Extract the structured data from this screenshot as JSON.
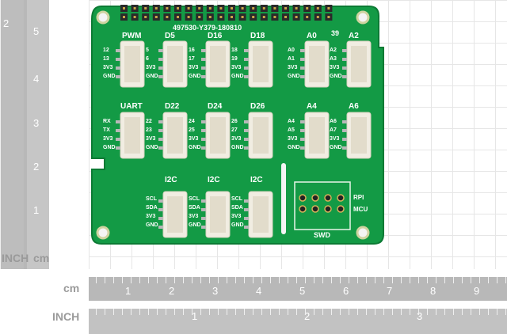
{
  "rulers": {
    "left": {
      "unit_inch": "INCH",
      "unit_cm": "cm",
      "numbers_top": [
        "2",
        "5",
        "4",
        "3",
        "2",
        "1"
      ]
    },
    "bottom_cm": {
      "unit": "cm",
      "numbers": [
        "1",
        "2",
        "3",
        "4",
        "5",
        "6",
        "7",
        "8",
        "9"
      ]
    },
    "bottom_inch": {
      "unit": "INCH",
      "numbers": [
        "1",
        "2",
        "3"
      ]
    }
  },
  "board": {
    "silkscreen_id": "497530-Y379-180810",
    "pin39_label": "39",
    "headers_row1": [
      {
        "label": "PWM",
        "pins": [
          "12",
          "13",
          "3V3",
          "GND"
        ]
      },
      {
        "label": "D5",
        "pins": [
          "5",
          "6",
          "3V3",
          "GND"
        ]
      },
      {
        "label": "D16",
        "pins": [
          "16",
          "17",
          "3V3",
          "GND"
        ]
      },
      {
        "label": "D18",
        "pins": [
          "18",
          "19",
          "3V3",
          "GND"
        ]
      },
      {
        "label": "A0",
        "pins": [
          "A0",
          "A1",
          "3V3",
          "GND"
        ]
      },
      {
        "label": "A2",
        "pins": [
          "A2",
          "A3",
          "3V3",
          "GND"
        ]
      }
    ],
    "headers_row2": [
      {
        "label": "UART",
        "pins": [
          "RX",
          "TX",
          "3V3",
          "GND"
        ]
      },
      {
        "label": "D22",
        "pins": [
          "22",
          "23",
          "3V3",
          "GND"
        ]
      },
      {
        "label": "D24",
        "pins": [
          "24",
          "25",
          "3V3",
          "GND"
        ]
      },
      {
        "label": "D26",
        "pins": [
          "26",
          "27",
          "3V3",
          "GND"
        ]
      },
      {
        "label": "A4",
        "pins": [
          "A4",
          "A5",
          "3V3",
          "GND"
        ]
      },
      {
        "label": "A6",
        "pins": [
          "A6",
          "A7",
          "3V3",
          "GND"
        ]
      }
    ],
    "headers_row3": [
      {
        "label": "I2C",
        "pins": [
          "SCL",
          "SDA",
          "3V3",
          "GND"
        ]
      },
      {
        "label": "I2C",
        "pins": [
          "SCL",
          "SDA",
          "3V3",
          "GND"
        ]
      },
      {
        "label": "I2C",
        "pins": [
          "SCL",
          "SDA",
          "3V3",
          "GND"
        ]
      }
    ],
    "swd": {
      "label": "SWD",
      "rpi": "RPI",
      "mcu": "MCU"
    }
  }
}
